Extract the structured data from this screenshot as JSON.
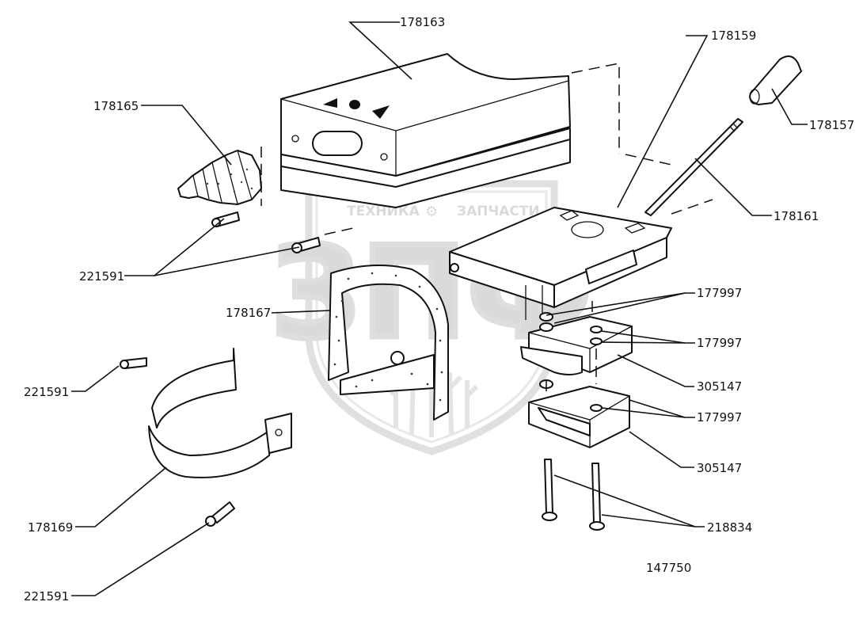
{
  "watermark": {
    "logo_text": "ЗПФ",
    "brand_left": "ТЕХНИКА",
    "brand_right": "ЗАПЧАСТИ"
  },
  "labels": {
    "cover_top": "178163",
    "boot": "178165",
    "lever_plate": "178159",
    "knob": "178157",
    "lever_rod": "178161",
    "screw_upper": "221591",
    "seal_frame": "178167",
    "washer_1": "177997",
    "washer_2": "177997",
    "bracket_upper": "305147",
    "washer_3": "177997",
    "bracket_lower": "305147",
    "screw_clamp": "221591",
    "bolts": "218834",
    "clamp": "178169",
    "screw_bottom": "221591",
    "drawing_number": "147750"
  }
}
